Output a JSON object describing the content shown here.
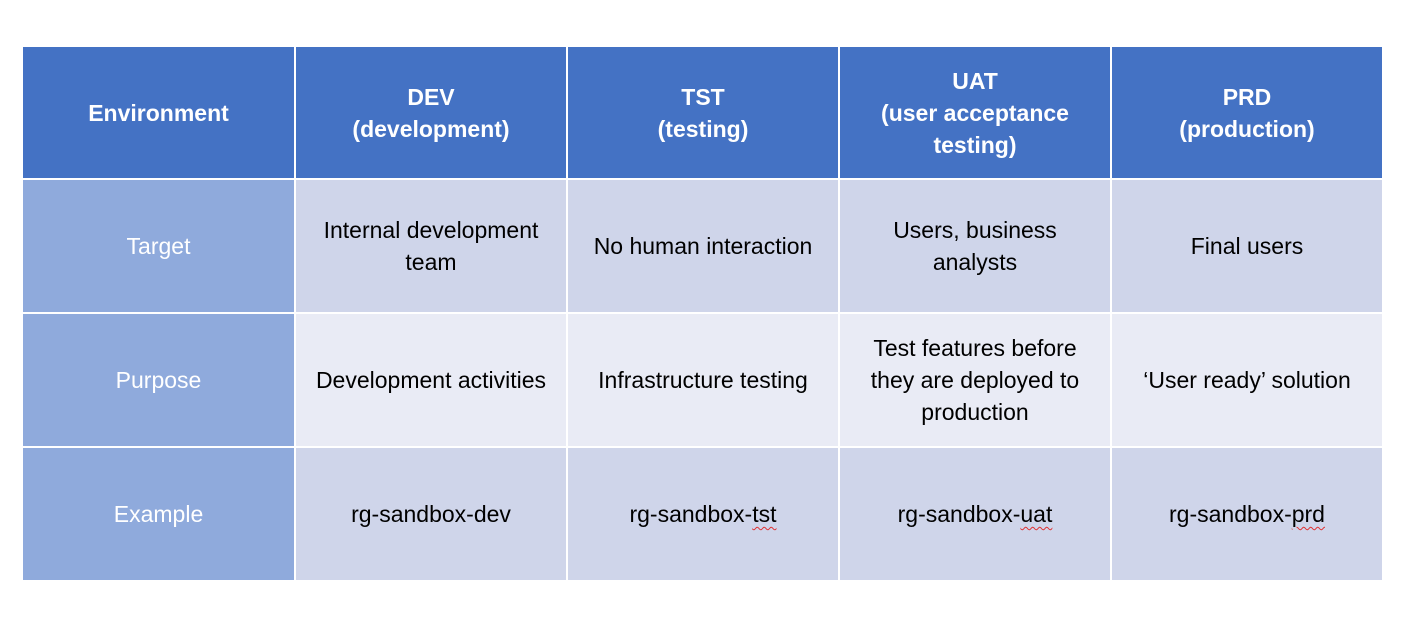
{
  "table": {
    "header": [
      {
        "lines": [
          "Environment"
        ]
      },
      {
        "lines": [
          "DEV",
          "(development)"
        ]
      },
      {
        "lines": [
          "TST",
          "(testing)"
        ]
      },
      {
        "lines": [
          "UAT",
          "(user acceptance",
          "testing)"
        ]
      },
      {
        "lines": [
          "PRD",
          "(production)"
        ]
      }
    ],
    "rows": [
      {
        "label": "Target",
        "cells": [
          "Internal development team",
          "No human interaction",
          "Users, business analysts",
          "Final users"
        ]
      },
      {
        "label": "Purpose",
        "cells": [
          "Development activities",
          "Infrastructure testing",
          "Test features before they are deployed to production",
          "‘User ready’ solution"
        ]
      },
      {
        "label": "Example",
        "cells_split": [
          {
            "base": "rg-sandbox-dev",
            "misspelled": ""
          },
          {
            "base": "rg-sandbox-",
            "misspelled": "tst"
          },
          {
            "base": "rg-sandbox-",
            "misspelled": "uat"
          },
          {
            "base": "rg-sandbox-",
            "misspelled": "prd"
          }
        ]
      }
    ]
  },
  "colors": {
    "header_bg": "#4472c4",
    "label_bg": "#8faadc",
    "row_odd_bg": "#cfd5ea",
    "row_even_bg": "#e9ebf5",
    "spellcheck_underline": "#e03030"
  }
}
